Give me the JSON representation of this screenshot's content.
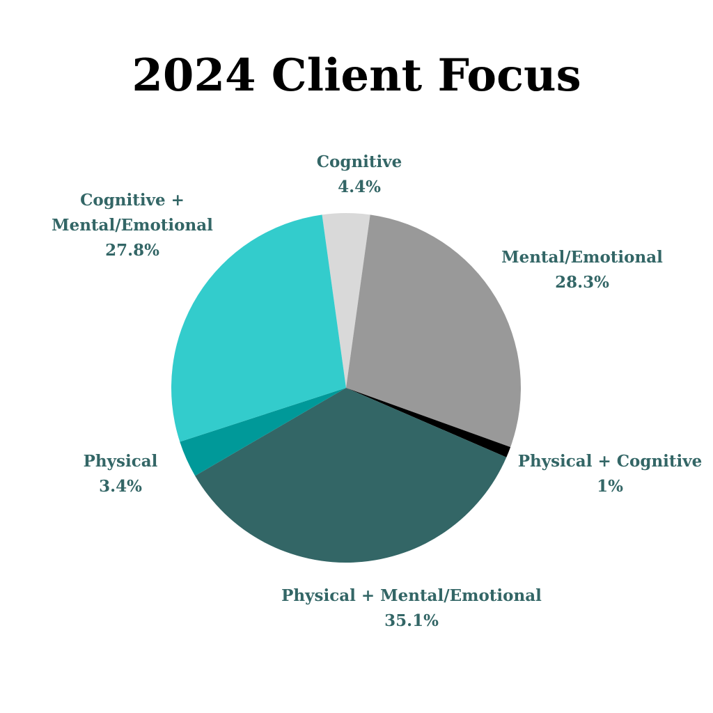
{
  "chart_data": {
    "type": "pie",
    "title": "2024 Client Focus",
    "start_slice": "Cognitive",
    "direction": "clockwise",
    "slices": [
      {
        "name": "Cognitive",
        "value": 4.4,
        "label_lines": [
          "Cognitive",
          "4.4%"
        ],
        "color": "#d9d9d9"
      },
      {
        "name": "Mental/Emotional",
        "value": 28.3,
        "label_lines": [
          "Mental/Emotional",
          "28.3%"
        ],
        "color": "#999999"
      },
      {
        "name": "Physical + Cognitive",
        "value": 1,
        "label_lines": [
          "Physical + Cognitive",
          "1%"
        ],
        "color": "#000000"
      },
      {
        "name": "Physical + Mental/Emotional",
        "value": 35.1,
        "label_lines": [
          "Physical + Mental/Emotional",
          "35.1%"
        ],
        "color": "#336666"
      },
      {
        "name": "Physical",
        "value": 3.4,
        "label_lines": [
          "Physical",
          "3.4%"
        ],
        "color": "#009999"
      },
      {
        "name": "Cognitive + Mental/Emotional",
        "value": 27.8,
        "label_lines": [
          "Cognitive +",
          "Mental/Emotional",
          "27.8%"
        ],
        "color": "#33cccc"
      }
    ],
    "label_color": "#336666",
    "title_color": "#000000"
  }
}
